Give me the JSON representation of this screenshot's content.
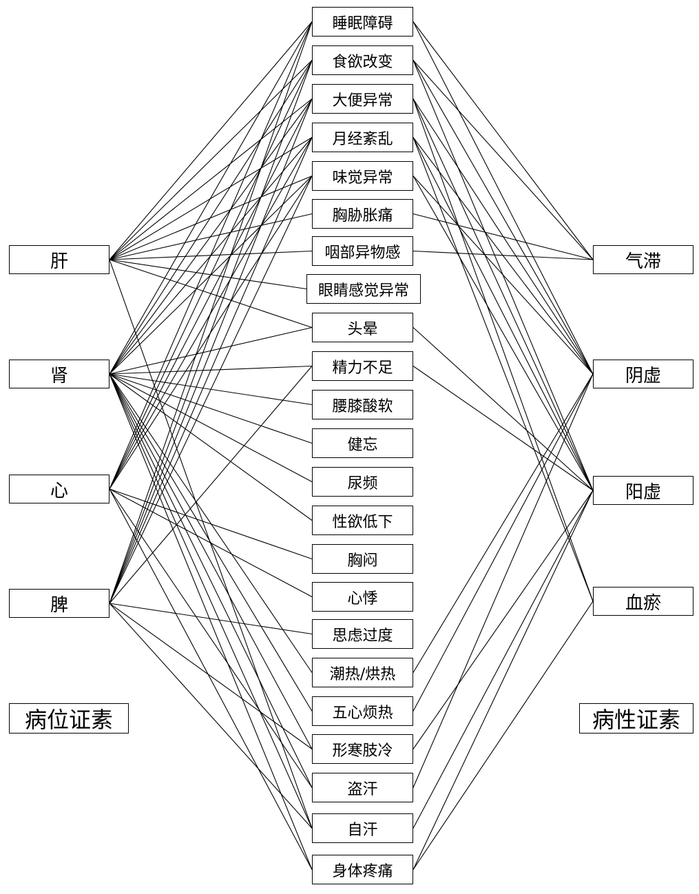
{
  "symptoms": [
    "睡眠障碍",
    "食欲改变",
    "大便异常",
    "月经紊乱",
    "味觉异常",
    "胸胁胀痛",
    "咽部异物感",
    "眼睛感觉异常",
    "头晕",
    "精力不足",
    "腰膝酸软",
    "健忘",
    "尿频",
    "性欲低下",
    "胸闷",
    "心悸",
    "思虑过度",
    "潮热/烘热",
    "五心烦热",
    "形寒肢冷",
    "盗汗",
    "自汗",
    "身体疼痛"
  ],
  "locations": [
    "肝",
    "肾",
    "心",
    "脾"
  ],
  "natures": [
    "气滞",
    "阴虚",
    "阳虚",
    "血瘀"
  ],
  "captions": {
    "location": "病位证素",
    "nature": "病性证素"
  },
  "links": {
    "location": {
      "肝": [
        "睡眠障碍",
        "食欲改变",
        "大便异常",
        "月经紊乱",
        "味觉异常",
        "胸胁胀痛",
        "咽部异物感",
        "眼睛感觉异常",
        "头晕",
        "自汗"
      ],
      "肾": [
        "睡眠障碍",
        "食欲改变",
        "大便异常",
        "月经紊乱",
        "味觉异常",
        "头晕",
        "精力不足",
        "腰膝酸软",
        "健忘",
        "尿频",
        "性欲低下",
        "潮热/烘热",
        "五心烦热",
        "形寒肢冷",
        "盗汗",
        "自汗",
        "身体疼痛"
      ],
      "心": [
        "睡眠障碍",
        "食欲改变",
        "大便异常",
        "月经紊乱",
        "味觉异常",
        "胸闷",
        "心悸",
        "盗汗",
        "身体疼痛"
      ],
      "脾": [
        "睡眠障碍",
        "食欲改变",
        "大便异常",
        "月经紊乱",
        "味觉异常",
        "精力不足",
        "思虑过度",
        "形寒肢冷",
        "自汗"
      ]
    },
    "nature": {
      "气滞": [
        "睡眠障碍",
        "食欲改变",
        "胸胁胀痛",
        "咽部异物感"
      ],
      "阴虚": [
        "睡眠障碍",
        "食欲改变",
        "大便异常",
        "月经紊乱",
        "味觉异常",
        "潮热/烘热",
        "五心烦热",
        "盗汗"
      ],
      "阳虚": [
        "食欲改变",
        "大便异常",
        "月经紊乱",
        "味觉异常",
        "头晕",
        "精力不足",
        "形寒肢冷",
        "自汗",
        "身体疼痛"
      ],
      "血瘀": [
        "大便异常",
        "月经紊乱",
        "身体疼痛"
      ]
    }
  }
}
